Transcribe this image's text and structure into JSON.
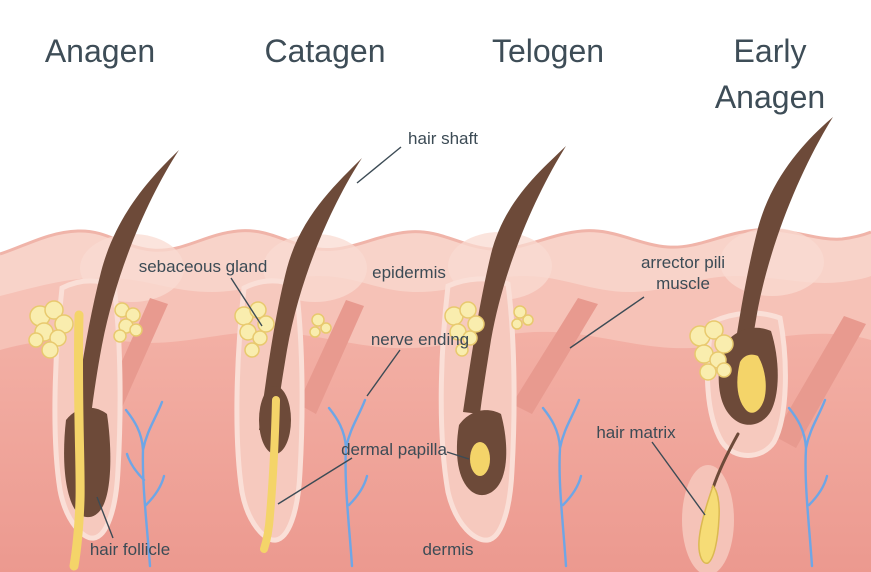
{
  "phases": [
    {
      "label": "Anagen"
    },
    {
      "label": "Catagen"
    },
    {
      "label": "Telogen"
    },
    {
      "label": "Early Anagen"
    }
  ],
  "annotations": {
    "hair_shaft": "hair shaft",
    "sebaceous_gland": "sebaceous gland",
    "epidermis": "epidermis",
    "nerve_ending": "nerve ending",
    "arrector_pili_muscle": "arrector pili muscle",
    "dermal_papilla": "dermal papilla",
    "hair_matrix": "hair matrix",
    "hair_follicle": "hair follicle",
    "dermis": "dermis"
  },
  "colors": {
    "background": "#ffffff",
    "epidermis_light": "#f8d3c9",
    "epidermis_mid": "#f6c2b7",
    "dermis_top": "#f3b0a5",
    "dermis_bottom": "#ec998f",
    "follicle_sheath": "#f6c9be",
    "hair_brown": "#6d4a39",
    "sebaceous_gland_yellow": "#f9edae",
    "papilla_yellow": "#f4d469",
    "nerve_blue": "#6ea6e6",
    "muscle_pink": "#e89a8f",
    "label_text": "#3c4b55"
  }
}
